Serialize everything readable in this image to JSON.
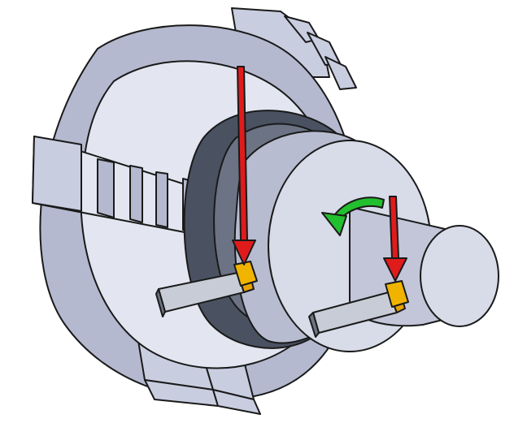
{
  "diagram": {
    "subject": "lathe-chuck-turning-operation",
    "colors": {
      "body_light": "#e3e6f0",
      "body_mid": "#c9cde0",
      "body_side": "#b4b9cf",
      "bore_dark": "#4a5262",
      "bore_mid": "#6b7384",
      "bore_light": "#8e96a8",
      "workpiece_face": "#d8dbe8",
      "workpiece_side": "#b7bcd0",
      "shaft_side": "#c2c6d8",
      "tool_body": "#c8ccd6",
      "tool_dark": "#6f7482",
      "insert_front": "#f0b400",
      "insert_rear": "#e8a200",
      "force_arrow": "#e01b1b",
      "rotation_arrow": "#22c02e",
      "outline": "#1a1a1a"
    },
    "elements": [
      {
        "name": "force-arrow-outer",
        "role": "cutting force on outer tool"
      },
      {
        "name": "force-arrow-inner",
        "role": "cutting force on inner tool"
      },
      {
        "name": "rotation-arrow",
        "role": "spindle rotation direction"
      }
    ]
  }
}
